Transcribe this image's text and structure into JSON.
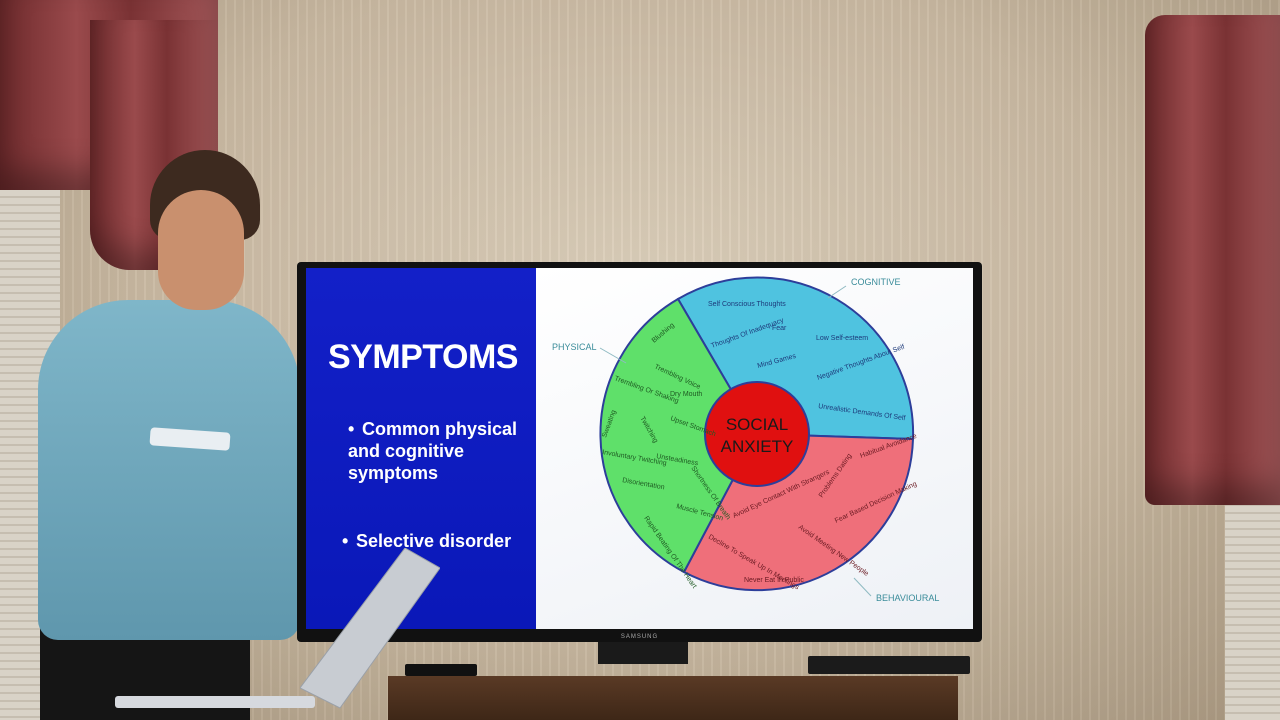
{
  "slide": {
    "title": "SYMPTOMS",
    "bullets": [
      "Common physical and cognitive symptoms",
      "Selective disorder"
    ]
  },
  "diagram": {
    "center": [
      "SOCIAL",
      "ANXIETY"
    ],
    "category_labels": {
      "physical": "PHYSICAL",
      "cognitive": "COGNITIVE",
      "behavioural": "BEHAVIOURAL"
    },
    "cognitive_items": [
      "Self Conscious Thoughts",
      "Thoughts Of Inadequacy",
      "Fear",
      "Low Self-esteem",
      "Mind Games",
      "Negative Thoughts About Self",
      "Unrealistic Demands Of Self"
    ],
    "physical_items": [
      "Blushing",
      "Trembling Voice",
      "Trembling Or Shaking",
      "Dry Mouth",
      "Upset Stomach",
      "Sweating",
      "Twitching",
      "Involuntary Twitching",
      "Unsteadiness",
      "Shortness Of Breath",
      "Disorientation",
      "Muscle Tension",
      "Rapid Beating Of The Heart"
    ],
    "behavioural_items": [
      "Problems Dating",
      "Habitual Avoidance",
      "Avoid Eye Contact With Strangers",
      "Fear Based Decision Making",
      "Avoid Meeting New People",
      "Decline To Speak Up In Meetings",
      "Never Eat In Public"
    ],
    "colors": {
      "cognitive": "#4fc3e0",
      "physical": "#5fe06a",
      "behavioural": "#ef6f7a",
      "center": "#e01010"
    }
  },
  "tv_brand": "SAMSUNG"
}
